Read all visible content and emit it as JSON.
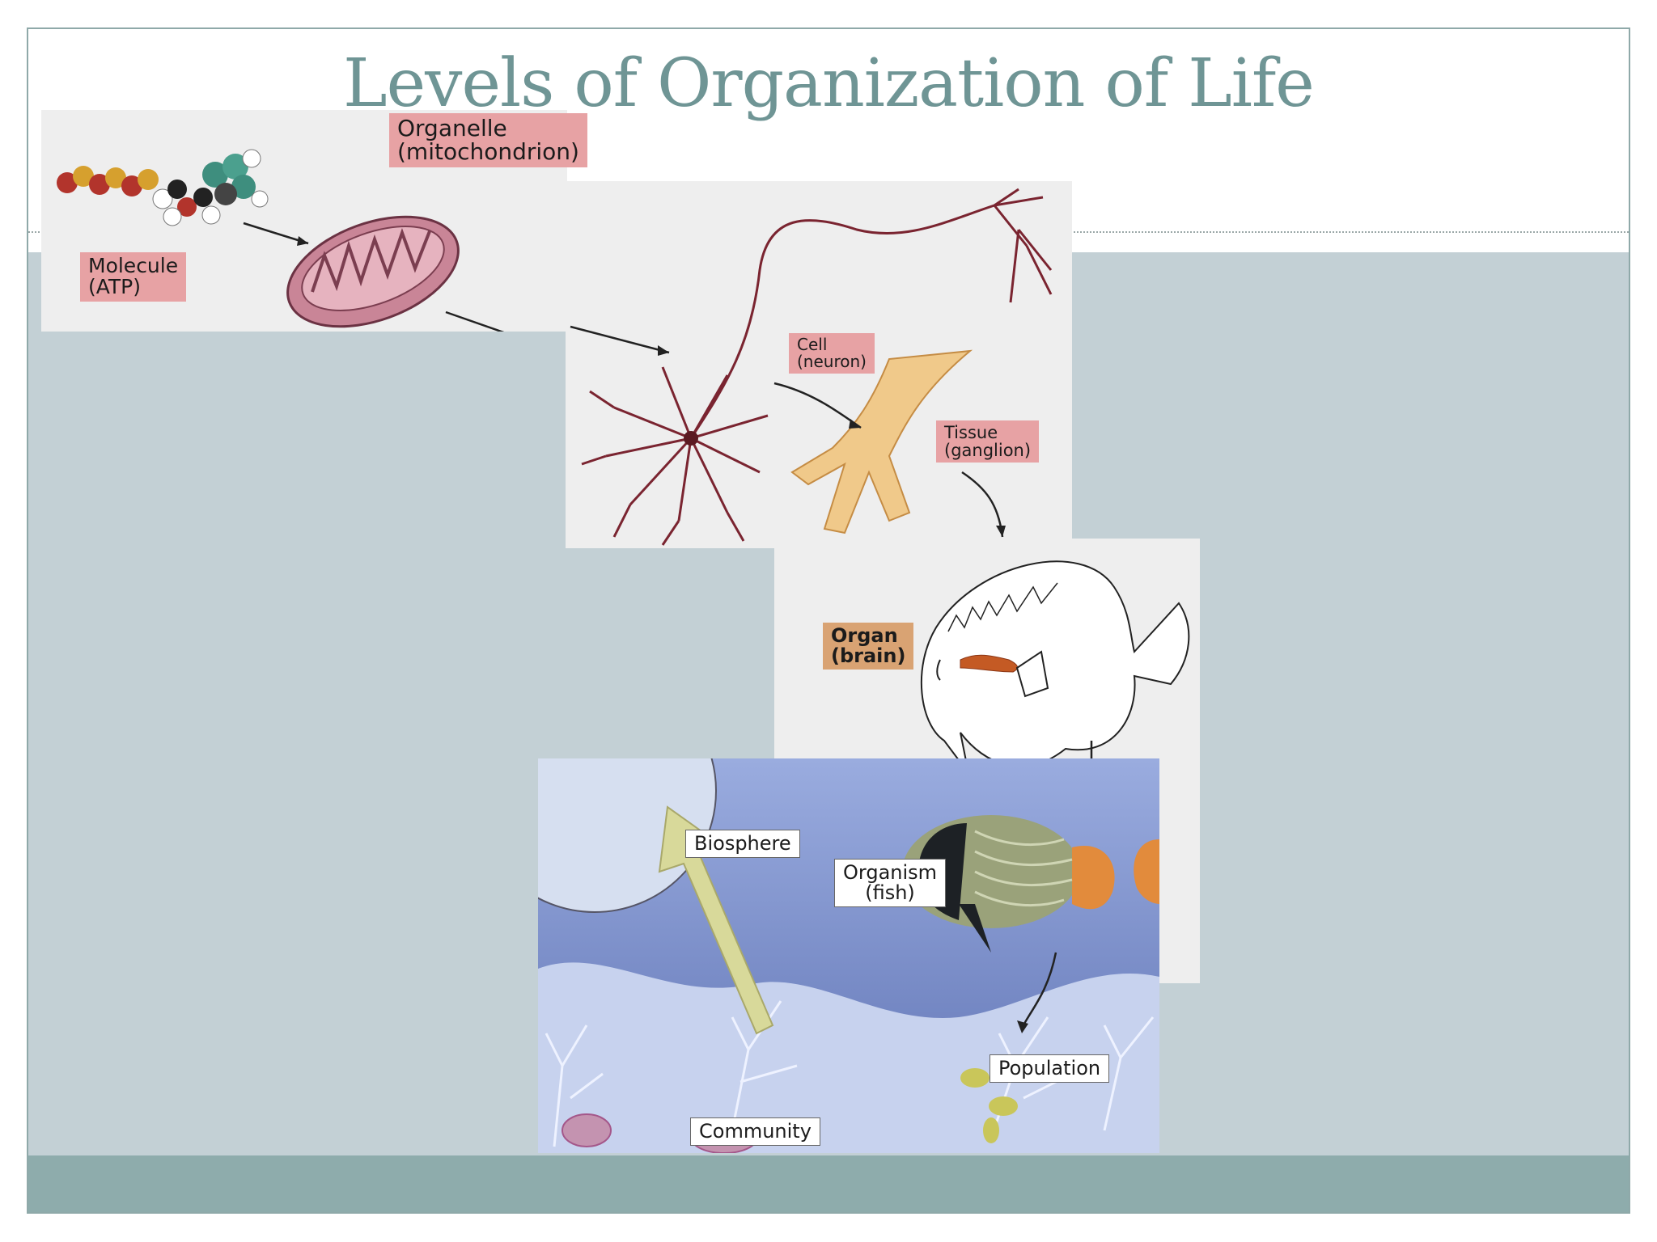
{
  "slide": {
    "title": "Levels of Organization of Life"
  },
  "labels": {
    "molecule": "Molecule\n(ATP)",
    "organelle": "Organelle\n(mitochondrion)",
    "cell": "Cell\n(neuron)",
    "tissue": "Tissue\n(ganglion)",
    "organ": "Organ\n(brain)",
    "organism": "Organism\n(fish)",
    "biosphere": "Biosphere",
    "population": "Population",
    "community": "Community"
  },
  "colors": {
    "title": "#6f9595",
    "band": "#c3d0d5",
    "footer": "#8eacac",
    "label_pink": "#e7a2a4",
    "label_tan": "#d9a373",
    "ocean": "#8c9fd6"
  }
}
